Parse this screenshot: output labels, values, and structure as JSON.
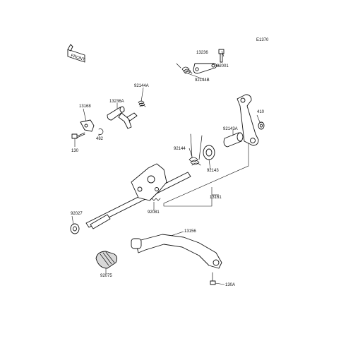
{
  "diagram_code": "E1370",
  "front_label": "FRONT",
  "parts": {
    "p13236": "13236",
    "p92001": "92001",
    "p92144B": "92144B",
    "p92144A": "92144A",
    "p13168": "13168",
    "p13236A": "13236A",
    "p410": "410",
    "p482": "482",
    "p130": "130",
    "p92143A": "92143A",
    "p92144": "92144",
    "p92143": "92143",
    "p13161": "13161",
    "p92081": "92081",
    "p92027": "92027",
    "p13156": "13156",
    "p92075": "92075",
    "p130A": "130A"
  }
}
